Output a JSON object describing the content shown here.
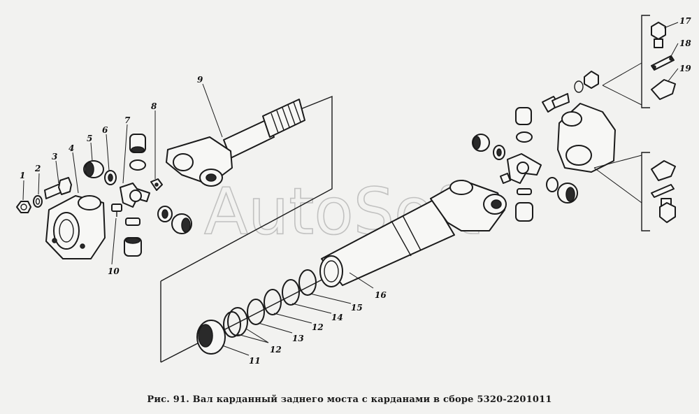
{
  "watermark": "AutoSoft",
  "caption": "Рис. 91. Вал карданный заднего моста с карданами в сборе 5320-2201011",
  "callouts": [
    "1",
    "2",
    "3",
    "4",
    "5",
    "6",
    "7",
    "8",
    "9",
    "10",
    "11",
    "12",
    "12",
    "13",
    "14",
    "15",
    "16",
    "17",
    "18",
    "19"
  ]
}
